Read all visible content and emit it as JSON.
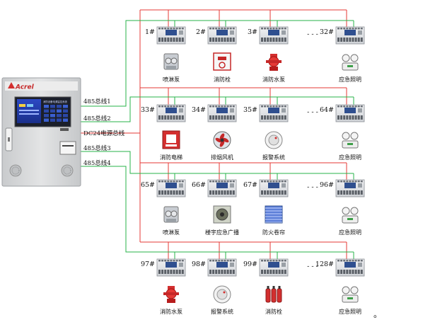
{
  "panel": {
    "brand": "Acrel",
    "screen_title": "消防设备电源监控系统"
  },
  "buses": [
    {
      "label": "485总线1"
    },
    {
      "label": "485总线2"
    },
    {
      "label": "DC24电源总线"
    },
    {
      "label": "485总线3"
    },
    {
      "label": "485总线4"
    }
  ],
  "rows": [
    {
      "modules": [
        {
          "id": "1#",
          "device": "喷淋泵",
          "icon": "sprinkler-pump-icon"
        },
        {
          "id": "2#",
          "device": "消防栓",
          "icon": "hydrant-cabinet-icon"
        },
        {
          "id": "3#",
          "device": "消防水泵",
          "icon": "fire-water-pump-icon"
        },
        {
          "id": "32#",
          "device": "应急照明",
          "icon": "emergency-light-icon"
        }
      ],
      "ellipsis": "- - -"
    },
    {
      "modules": [
        {
          "id": "33#",
          "device": "消防电梯",
          "icon": "fire-elevator-sign-icon"
        },
        {
          "id": "34#",
          "device": "排烟风机",
          "icon": "smoke-exhaust-fan-icon"
        },
        {
          "id": "35#",
          "device": "报警系统",
          "icon": "smoke-detector-icon"
        },
        {
          "id": "64#",
          "device": "应急照明",
          "icon": "emergency-light-icon"
        }
      ],
      "ellipsis": "- - -"
    },
    {
      "modules": [
        {
          "id": "65#",
          "device": "喷淋泵",
          "icon": "sprinkler-pump-icon"
        },
        {
          "id": "66#",
          "device": "楼宇应急广播",
          "icon": "broadcast-speaker-icon"
        },
        {
          "id": "67#",
          "device": "防火卷帘",
          "icon": "fire-shutter-icon"
        },
        {
          "id": "96#",
          "device": "应急照明",
          "icon": "emergency-light-icon"
        }
      ],
      "ellipsis": "- - -"
    },
    {
      "modules": [
        {
          "id": "97#",
          "device": "消防水泵",
          "icon": "fire-water-pump-icon"
        },
        {
          "id": "98#",
          "device": "报警系统",
          "icon": "smoke-detector-icon"
        },
        {
          "id": "99#",
          "device": "消防栓",
          "icon": "fire-extinguisher-group-icon"
        },
        {
          "id": "128#",
          "device": "应急照明",
          "icon": "emergency-light-icon"
        }
      ],
      "ellipsis": "- - -"
    }
  ],
  "trailing_mark": "。",
  "colors": {
    "power_line": "#e53935",
    "bus_line": "#27b34a",
    "module_body": "#e4e6ea",
    "module_panel": "#2f4f8f",
    "cabinet": "#d6d8da"
  }
}
